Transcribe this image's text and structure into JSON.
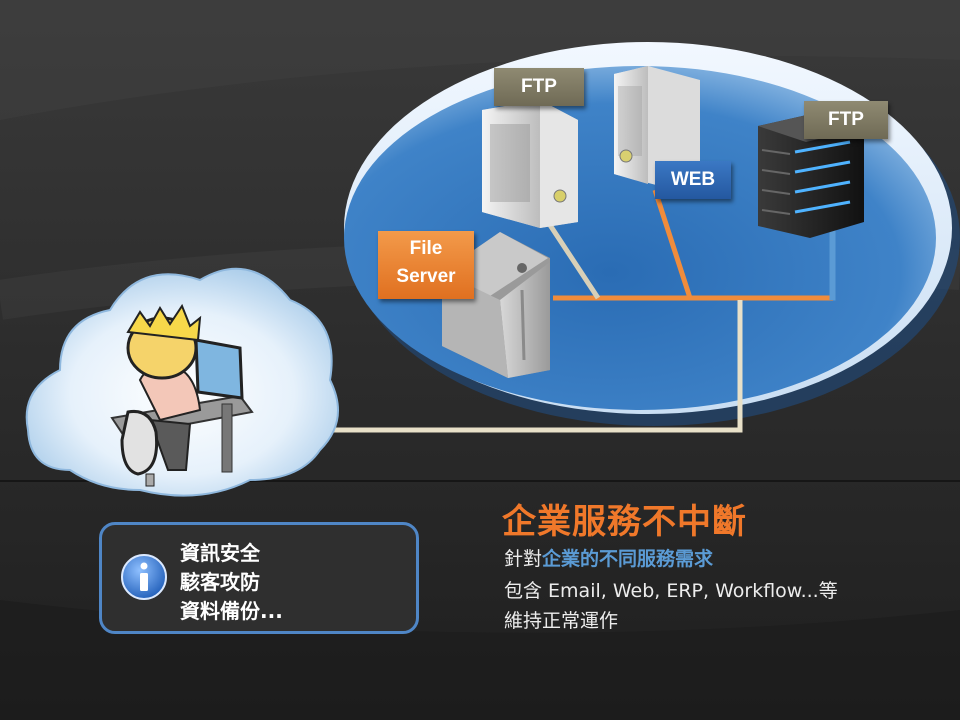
{
  "diagram": {
    "servers": {
      "ftp_left": "FTP",
      "ftp_right": "FTP",
      "web": "WEB",
      "file_server_line1": "File",
      "file_server_line2": "Server"
    }
  },
  "info_box": {
    "icon": "info-icon",
    "lines": [
      "資訊安全",
      "駭客攻防",
      "資料備份..."
    ]
  },
  "summary": {
    "title": "企業服務不中斷",
    "line1_prefix": "針對",
    "line1_highlight": "企業的不同服務需求",
    "line2": " 包含 Email, Web, ERP, Workflow...等",
    "line3": " 維持正常運作"
  },
  "colors": {
    "accent_orange": "#f0782a",
    "accent_blue": "#5b9bd5",
    "ellipse_blue": "#2e6db0"
  }
}
